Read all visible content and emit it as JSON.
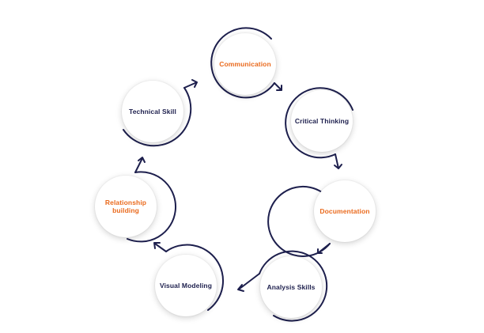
{
  "diagram": {
    "nodes": [
      {
        "id": "communication",
        "label": "Communication",
        "color": "#ea6a1d"
      },
      {
        "id": "critical-thinking",
        "label": "Critical Thinking",
        "color": "#1d1f4d"
      },
      {
        "id": "documentation",
        "label": "Documentation",
        "color": "#ea6a1d"
      },
      {
        "id": "analysis-skills",
        "label": "Analysis Skills",
        "color": "#1d1f4d"
      },
      {
        "id": "visual-modeling",
        "label": "Visual Modeling",
        "color": "#1d1f4d"
      },
      {
        "id": "relationship-building",
        "label": "Relationship building",
        "color": "#ea6a1d"
      },
      {
        "id": "technical-skill",
        "label": "Technical Skill",
        "color": "#1d1f4d"
      }
    ],
    "arrow_color": "#1d1f4d",
    "direction": "clockwise"
  }
}
